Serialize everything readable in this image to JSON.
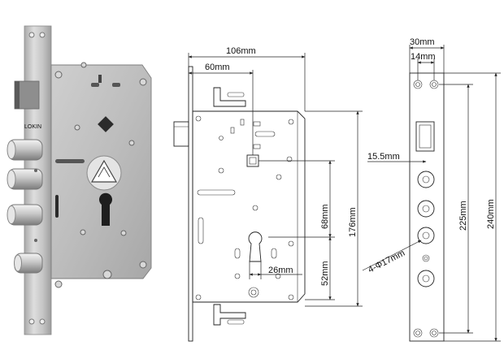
{
  "colors": {
    "steel_light": "#d4d4d4",
    "steel_mid": "#b7b7b7",
    "steel_dark": "#8c8c8c",
    "line": "#222222",
    "background": "#ffffff"
  },
  "photo": {
    "brand_label": "LOKIN"
  },
  "side_view": {
    "dimensions": {
      "overall_width": "106mm",
      "backset": "60mm",
      "case_height": "176mm",
      "cylinder_to_handle": "68mm",
      "cylinder_to_bottom": "52mm",
      "cylinder_width": "26mm"
    }
  },
  "faceplate_view": {
    "dimensions": {
      "faceplate_width": "30mm",
      "hole_spacing": "14mm",
      "bolt_offset": "15.5mm",
      "bolt_diameter": "4-Φ17mm",
      "inner_hole_spacing": "225mm",
      "faceplate_length": "240mm"
    }
  }
}
